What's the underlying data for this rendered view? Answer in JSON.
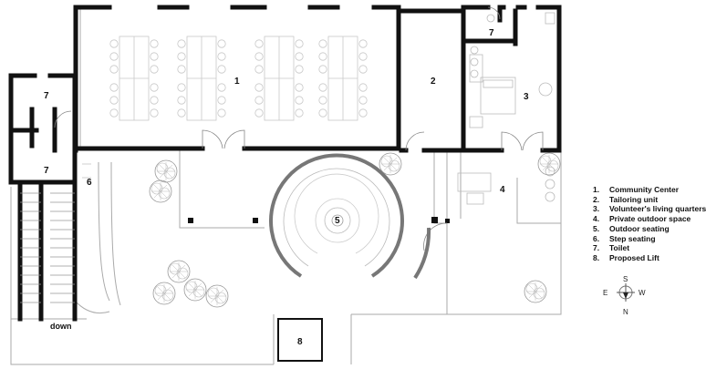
{
  "legend": {
    "items": [
      {
        "number": "1.",
        "label": "Community Center"
      },
      {
        "number": "2.",
        "label": "Tailoring unit"
      },
      {
        "number": "3.",
        "label": "Volunteer's living quarters"
      },
      {
        "number": "4.",
        "label": "Private outdoor space"
      },
      {
        "number": "5.",
        "label": "Outdoor seating"
      },
      {
        "number": "6.",
        "label": "Step seating"
      },
      {
        "number": "7.",
        "label": "Toilet"
      },
      {
        "number": "8.",
        "label": "Proposed Lift"
      }
    ]
  },
  "rooms": {
    "r1": "1",
    "r2": "2",
    "r3": "3",
    "r4": "4",
    "r5": "5",
    "r6": "6",
    "r7a": "7",
    "r7b": "7",
    "r7c": "7",
    "r8": "8"
  },
  "stairs": {
    "down_label": "down"
  },
  "compass": {
    "north": "N",
    "south": "S",
    "east": "E",
    "west": "W"
  },
  "colors": {
    "wall": "#111111",
    "outline": "#aaaaaa",
    "furniture": "#c8c8c8",
    "seating_ring": "#777777"
  }
}
